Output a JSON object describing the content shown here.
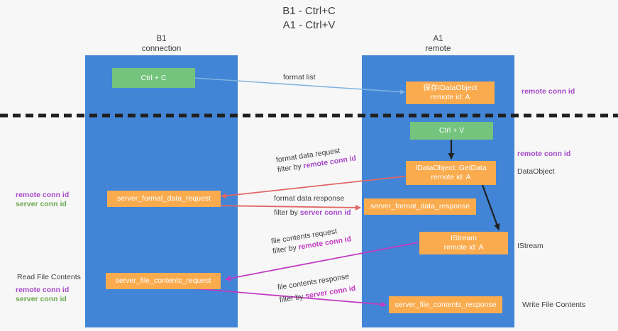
{
  "title": {
    "line1": "B1 - Ctrl+C",
    "line2": "A1 - Ctrl+V"
  },
  "columns": [
    {
      "name": "B1",
      "sub": "connection"
    },
    {
      "name": "A1",
      "sub": "remote"
    }
  ],
  "colors": {
    "lane": "#4285d6",
    "green_box": "#74c47d",
    "orange_box": "#f9ab4e",
    "remote_conn_id": "#a64ac9",
    "server_conn_id": "#6aa84f",
    "arrow_format_list": "#7fb3e0",
    "arrow_format_data": "#e06666",
    "arrow_file_contents": "#c23bc2",
    "arrow_black": "#202020",
    "divider": "#202020"
  },
  "boxes": {
    "ctrl_c": {
      "line1": "Ctrl + C",
      "line2": ""
    },
    "ctrl_v": {
      "line1": "Ctrl + V",
      "line2": ""
    },
    "idataobject": {
      "line1": "保存IDataObject",
      "line2": "remote id: A"
    },
    "getdata": {
      "line1": "IDataObject::GetData",
      "line2": "remote id: A"
    },
    "istream": {
      "line1": "IStream",
      "line2": "remote id: A"
    },
    "server_format_data_request": {
      "line1": "server_format_data_request",
      "line2": ""
    },
    "server_format_data_response": {
      "line1": "server_format_data_response",
      "line2": ""
    },
    "server_file_contents_request": {
      "line1": "server_file_contents_request",
      "line2": ""
    },
    "server_file_contents_response": {
      "line1": "server_file_contents_response",
      "line2": ""
    }
  },
  "edge_labels": {
    "format_list": "format list",
    "format_data_request": "format data request",
    "format_data_request_filter_prefix": "filter by ",
    "format_data_request_filter_key": "remote conn id",
    "format_data_response": "format data response",
    "format_data_response_filter_prefix": "filter by ",
    "format_data_response_filter_key": "server conn id",
    "file_contents_request": "file contents request",
    "file_contents_request_filter_prefix": "filter by ",
    "file_contents_request_filter_key": "remote conn id",
    "file_contents_response": "file contents response",
    "file_contents_response_filter_prefix": "filter by ",
    "file_contents_response_filter_key": "server conn id"
  },
  "side_labels": {
    "right_remote_conn_id_top": "remote conn id",
    "right_remote_conn_id_mid": "remote conn id",
    "right_dataobject": "DataObject",
    "right_istream": "IStream",
    "right_write_file_contents": "Write File Contents",
    "left_remote_conn_id_mid": "remote conn id",
    "left_server_conn_id_mid": "server conn id",
    "left_read_file_contents": "Read File Contents",
    "left_remote_conn_id_bottom": "remote conn id",
    "left_server_conn_id_bottom": "server conn id"
  }
}
